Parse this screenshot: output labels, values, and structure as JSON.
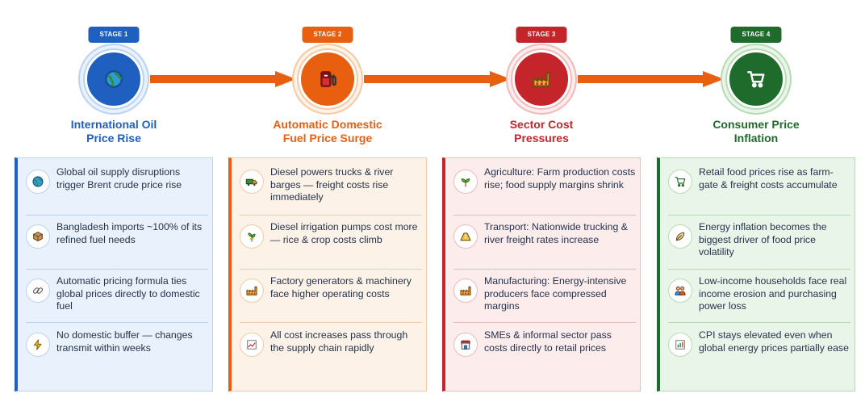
{
  "stages": [
    {
      "badge": "STAGE 1",
      "title": "International Oil\nPrice Rise",
      "icon": "globe-icon",
      "color": "#1f5fbf",
      "light": "#e8f1fc",
      "border": "#b9d3f2",
      "items": [
        {
          "icon": "globe-icon",
          "text": "Global oil supply disruptions trigger Brent crude price rise"
        },
        {
          "icon": "box-icon",
          "text": "Bangladesh imports ~100% of its refined fuel needs"
        },
        {
          "icon": "link-icon",
          "text": "Automatic pricing formula ties global prices directly to domestic fuel"
        },
        {
          "icon": "lightning-icon",
          "text": "No domestic buffer — changes transmit within weeks"
        }
      ]
    },
    {
      "badge": "STAGE 2",
      "title": "Automatic Domestic\nFuel Price Surge",
      "icon": "fuel-pump-icon",
      "color": "#e8600f",
      "light": "#fdf2e7",
      "border": "#f4c9a4",
      "items": [
        {
          "icon": "truck-icon",
          "text": "Diesel powers trucks & river barges — freight costs rise immediately"
        },
        {
          "icon": "crop-icon",
          "text": "Diesel irrigation pumps cost more — rice & crop costs climb"
        },
        {
          "icon": "factory-icon",
          "text": "Factory generators & machinery face higher operating costs"
        },
        {
          "icon": "chart-up-icon",
          "text": "All cost increases pass through the supply chain rapidly"
        }
      ]
    },
    {
      "badge": "STAGE 3",
      "title": "Sector Cost\nPressures",
      "icon": "factory-icon",
      "color": "#c3252b",
      "light": "#fcecec",
      "border": "#f0b9bb",
      "items": [
        {
          "icon": "sprout-icon",
          "text": "Agriculture: Farm production costs rise; food supply margins shrink"
        },
        {
          "icon": "road-icon",
          "text": "Transport: Nationwide trucking & river freight rates increase"
        },
        {
          "icon": "factory-icon",
          "text": "Manufacturing: Energy-intensive producers face compressed margins"
        },
        {
          "icon": "shop-icon",
          "text": "SMEs & informal sector pass costs directly to retail prices"
        }
      ]
    },
    {
      "badge": "STAGE 4",
      "title": "Consumer Price\nInflation",
      "icon": "shopping-cart-icon",
      "color": "#1f6b2c",
      "light": "#eaf5e9",
      "border": "#b6dbb3",
      "items": [
        {
          "icon": "shopping-cart-icon",
          "text": "Retail food prices rise as farm-gate & freight costs accumulate"
        },
        {
          "icon": "leaf-icon",
          "text": "Energy inflation becomes the biggest driver of food price volatility"
        },
        {
          "icon": "family-icon",
          "text": "Low-income households face real income erosion and purchasing power loss"
        },
        {
          "icon": "bar-chart-icon",
          "text": "CPI stays elevated even when global energy prices partially ease"
        }
      ]
    }
  ],
  "arrow_color": "#e8600f"
}
